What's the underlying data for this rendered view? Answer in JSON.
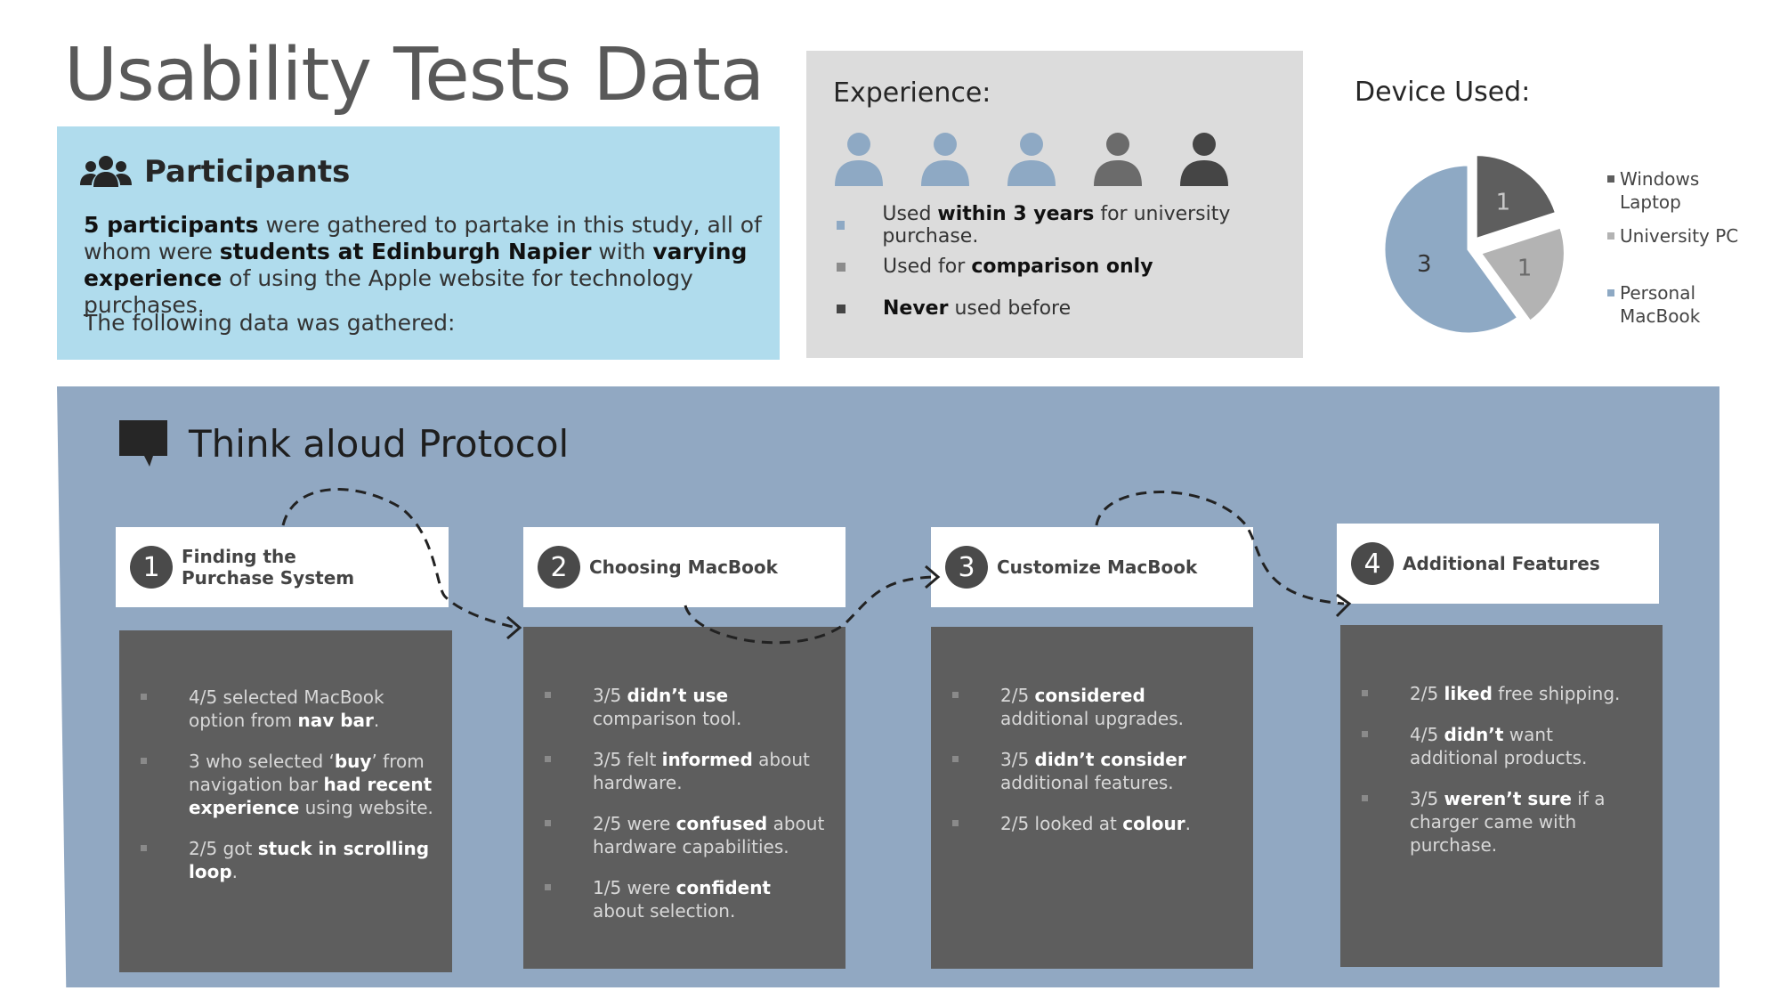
{
  "title": "Usability Tests Data",
  "participants": {
    "heading": "Participants",
    "para_parts": [
      {
        "t": "5 participants",
        "b": true
      },
      {
        "t": " were gathered to partake in this study, all of whom were ",
        "b": false
      },
      {
        "t": "students at Edinburgh Napier",
        "b": true
      },
      {
        "t": " with ",
        "b": false
      },
      {
        "t": "varying experience",
        "b": true
      },
      {
        "t": " of using the Apple website for technology purchases.",
        "b": false
      }
    ],
    "followup": "The following data was gathered:"
  },
  "experience": {
    "heading": "Experience:",
    "people_colors": [
      "#8ea9c4",
      "#8ea9c4",
      "#8ea9c4",
      "#6b6b6b",
      "#454545"
    ],
    "legend": [
      {
        "color": "#8ea9c4",
        "parts": [
          {
            "t": "Used ",
            "b": false
          },
          {
            "t": "within 3 years",
            "b": true
          },
          {
            "t": " for university purchase.",
            "b": false
          }
        ]
      },
      {
        "color": "#8c8c8c",
        "parts": [
          {
            "t": "Used for ",
            "b": false
          },
          {
            "t": "comparison only",
            "b": true
          }
        ]
      },
      {
        "color": "#454545",
        "parts": [
          {
            "t": "Never",
            "b": true
          },
          {
            "t": " used before",
            "b": false
          }
        ]
      }
    ]
  },
  "device": {
    "heading": "Device Used:",
    "legend": [
      {
        "label": "Windows Laptop",
        "color": "#5e5e5e"
      },
      {
        "label": "University PC",
        "color": "#b3b3b3"
      },
      {
        "label": "Personal MacBook",
        "color": "#8ea9c4"
      }
    ]
  },
  "chart_data": {
    "type": "pie",
    "title": "Device Used:",
    "categories": [
      "Windows Laptop",
      "University PC",
      "Personal MacBook"
    ],
    "values": [
      1,
      1,
      3
    ],
    "colors": [
      "#5e5e5e",
      "#b3b3b3",
      "#8ea9c4"
    ],
    "labels": [
      "1",
      "1",
      "3"
    ],
    "legend": "right"
  },
  "think_aloud": {
    "heading": "Think aloud Protocol",
    "steps": [
      {
        "num": "1",
        "title": "Finding the Purchase System",
        "bullets": [
          [
            {
              "t": "4/5 selected MacBook option from ",
              "b": false
            },
            {
              "t": "nav bar",
              "b": true
            },
            {
              "t": ".",
              "b": false
            }
          ],
          [
            {
              "t": "3 who selected ‘",
              "b": false
            },
            {
              "t": "buy",
              "b": true
            },
            {
              "t": "’ from navigation bar ",
              "b": false
            },
            {
              "t": "had recent experience",
              "b": true
            },
            {
              "t": " using website.",
              "b": false
            }
          ],
          [
            {
              "t": "2/5 got ",
              "b": false
            },
            {
              "t": "stuck in scrolling loop",
              "b": true
            },
            {
              "t": ".",
              "b": false
            }
          ]
        ]
      },
      {
        "num": "2",
        "title": "Choosing MacBook",
        "bullets": [
          [
            {
              "t": "3/5 ",
              "b": false
            },
            {
              "t": "didn’t use",
              "b": true
            },
            {
              "t": " comparison tool.",
              "b": false
            }
          ],
          [
            {
              "t": "3/5 felt ",
              "b": false
            },
            {
              "t": "informed",
              "b": true
            },
            {
              "t": " about hardware.",
              "b": false
            }
          ],
          [
            {
              "t": "2/5 were ",
              "b": false
            },
            {
              "t": "confused",
              "b": true
            },
            {
              "t": " about hardware capabilities.",
              "b": false
            }
          ],
          [
            {
              "t": "1/5 were ",
              "b": false
            },
            {
              "t": "confident",
              "b": true
            },
            {
              "t": " about selection.",
              "b": false
            }
          ]
        ]
      },
      {
        "num": "3",
        "title": "Customize MacBook",
        "bullets": [
          [
            {
              "t": "2/5 ",
              "b": false
            },
            {
              "t": "considered",
              "b": true
            },
            {
              "t": " additional upgrades.",
              "b": false
            }
          ],
          [
            {
              "t": "3/5 ",
              "b": false
            },
            {
              "t": "didn’t consider",
              "b": true
            },
            {
              "t": " additional features.",
              "b": false
            }
          ],
          [
            {
              "t": "2/5 looked at ",
              "b": false
            },
            {
              "t": "colour",
              "b": true
            },
            {
              "t": ".",
              "b": false
            }
          ]
        ]
      },
      {
        "num": "4",
        "title": "Additional Features",
        "bullets": [
          [
            {
              "t": "2/5 ",
              "b": false
            },
            {
              "t": "liked",
              "b": true
            },
            {
              "t": " free shipping.",
              "b": false
            }
          ],
          [
            {
              "t": "4/5 ",
              "b": false
            },
            {
              "t": "didn’t",
              "b": true
            },
            {
              "t": " want additional products.",
              "b": false
            }
          ],
          [
            {
              "t": "3/5 ",
              "b": false
            },
            {
              "t": "weren’t sure",
              "b": true
            },
            {
              "t": " if a charger came with purchase.",
              "b": false
            }
          ]
        ]
      }
    ]
  }
}
